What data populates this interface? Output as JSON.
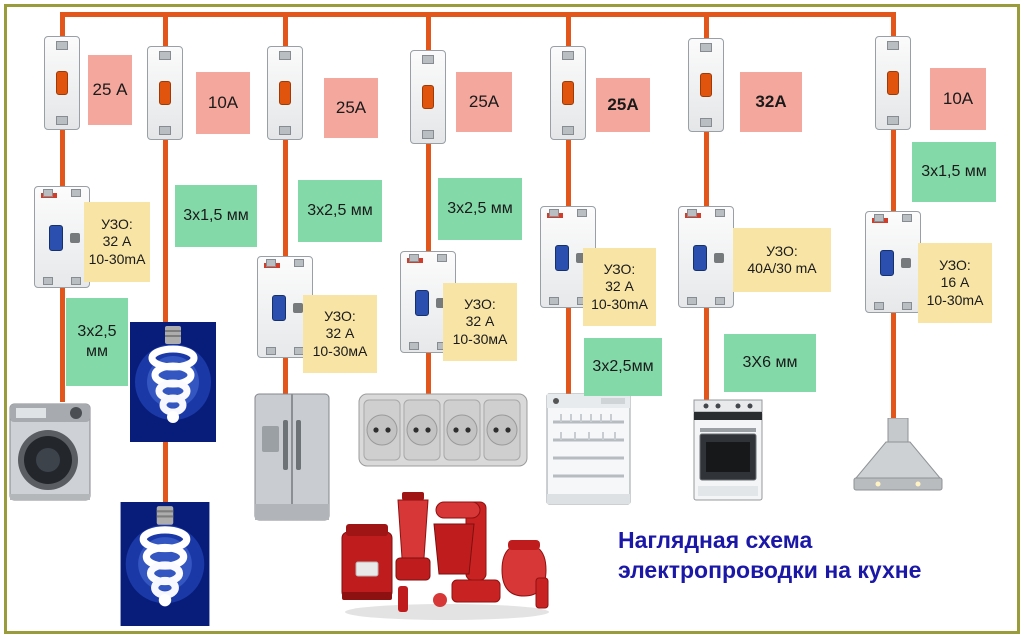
{
  "title": "Наглядная схема\nэлектропроводки на  кухне",
  "colors": {
    "wire": "#e2561b",
    "breaker_label_bg": "#f4a79d",
    "cable_label_bg": "#83d9a8",
    "rcd_label_bg": "#f8e5a6",
    "frame_border": "#9a9c3c",
    "title_text": "#1b18a8"
  },
  "branches": [
    {
      "appliance": "washing-machine",
      "breaker_rating": "25 А",
      "cable": "3x2,5\nмм",
      "rcd": "УЗО:\n32 А\n10-30mA"
    },
    {
      "appliance": "lighting-bulbs",
      "breaker_rating": "10А",
      "cable": "3x1,5 мм"
    },
    {
      "appliance": "refrigerator",
      "breaker_rating": "25А",
      "cable": "3x2,5 мм",
      "rcd": "УЗО:\n32 А\n10-30мА"
    },
    {
      "appliance": "kitchen-sockets-small-appliances",
      "breaker_rating": "25А",
      "cable": "3x2,5 мм",
      "rcd": "УЗО:\n32 А\n10-30мА"
    },
    {
      "appliance": "dishwasher",
      "breaker_rating": "25А",
      "cable": "3x2,5мм",
      "rcd": "УЗО:\n32 А\n10-30mA"
    },
    {
      "appliance": "electric-stove",
      "breaker_rating": "32А",
      "cable": "3Х6 мм",
      "rcd": "УЗО:\n40А/30 mA"
    },
    {
      "appliance": "cooker-hood",
      "breaker_rating": "10А",
      "cable": "3x1,5 мм",
      "rcd": "УЗО:\n16 А\n10-30mA"
    }
  ]
}
